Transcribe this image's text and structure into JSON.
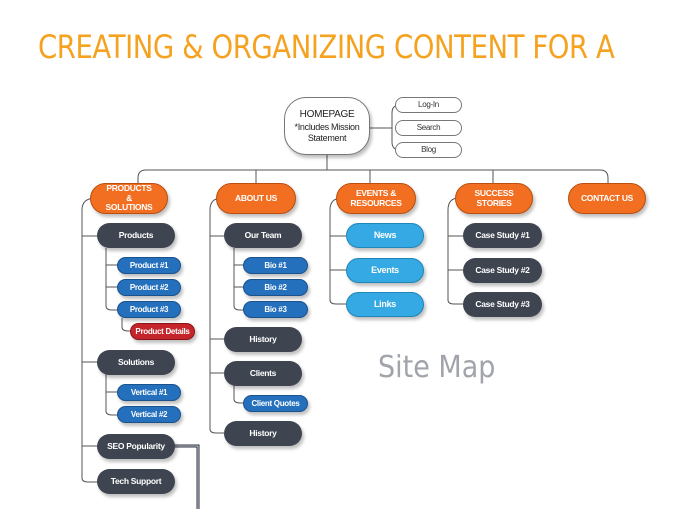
{
  "title": "CREATING & ORGANIZING CONTENT FOR A",
  "caption": "Site Map",
  "homepage": {
    "title": "HOMEPAGE",
    "note": "*Includes Mission Statement"
  },
  "utility_links": [
    "Log-In",
    "Search",
    "Blog"
  ],
  "sections": {
    "products": {
      "label": "PRODUCTS & SOLUTIONS",
      "products": "Products",
      "product_items": [
        "Product #1",
        "Product #2",
        "Product #3"
      ],
      "product_details": "Product Details",
      "solutions": "Solutions",
      "vertical_items": [
        "Vertical #1",
        "Vertical #2"
      ],
      "seo": "SEO Popularity",
      "tech_support": "Tech Support"
    },
    "about": {
      "label": "ABOUT US",
      "our_team": "Our Team",
      "bios": [
        "Bio #1",
        "Bio #2",
        "Bio #3"
      ],
      "history": "History",
      "clients": "Clients",
      "client_quotes": "Client Quotes",
      "history2": "History"
    },
    "events": {
      "label": "EVENTS & RESOURCES",
      "items": [
        "News",
        "Events",
        "Links"
      ]
    },
    "success": {
      "label": "SUCCESS STORIES",
      "items": [
        "Case Study #1",
        "Case Study #2",
        "Case Study #3"
      ]
    },
    "contact": {
      "label": "CONTACT US"
    }
  },
  "colors": {
    "title": "#f4a21f",
    "section": "#f26f21",
    "dark_node": "#3e4450",
    "blue_node": "#2470bd",
    "light_blue_node": "#34a9e3",
    "red_node": "#c4252a",
    "caption": "#a1a4ab"
  }
}
